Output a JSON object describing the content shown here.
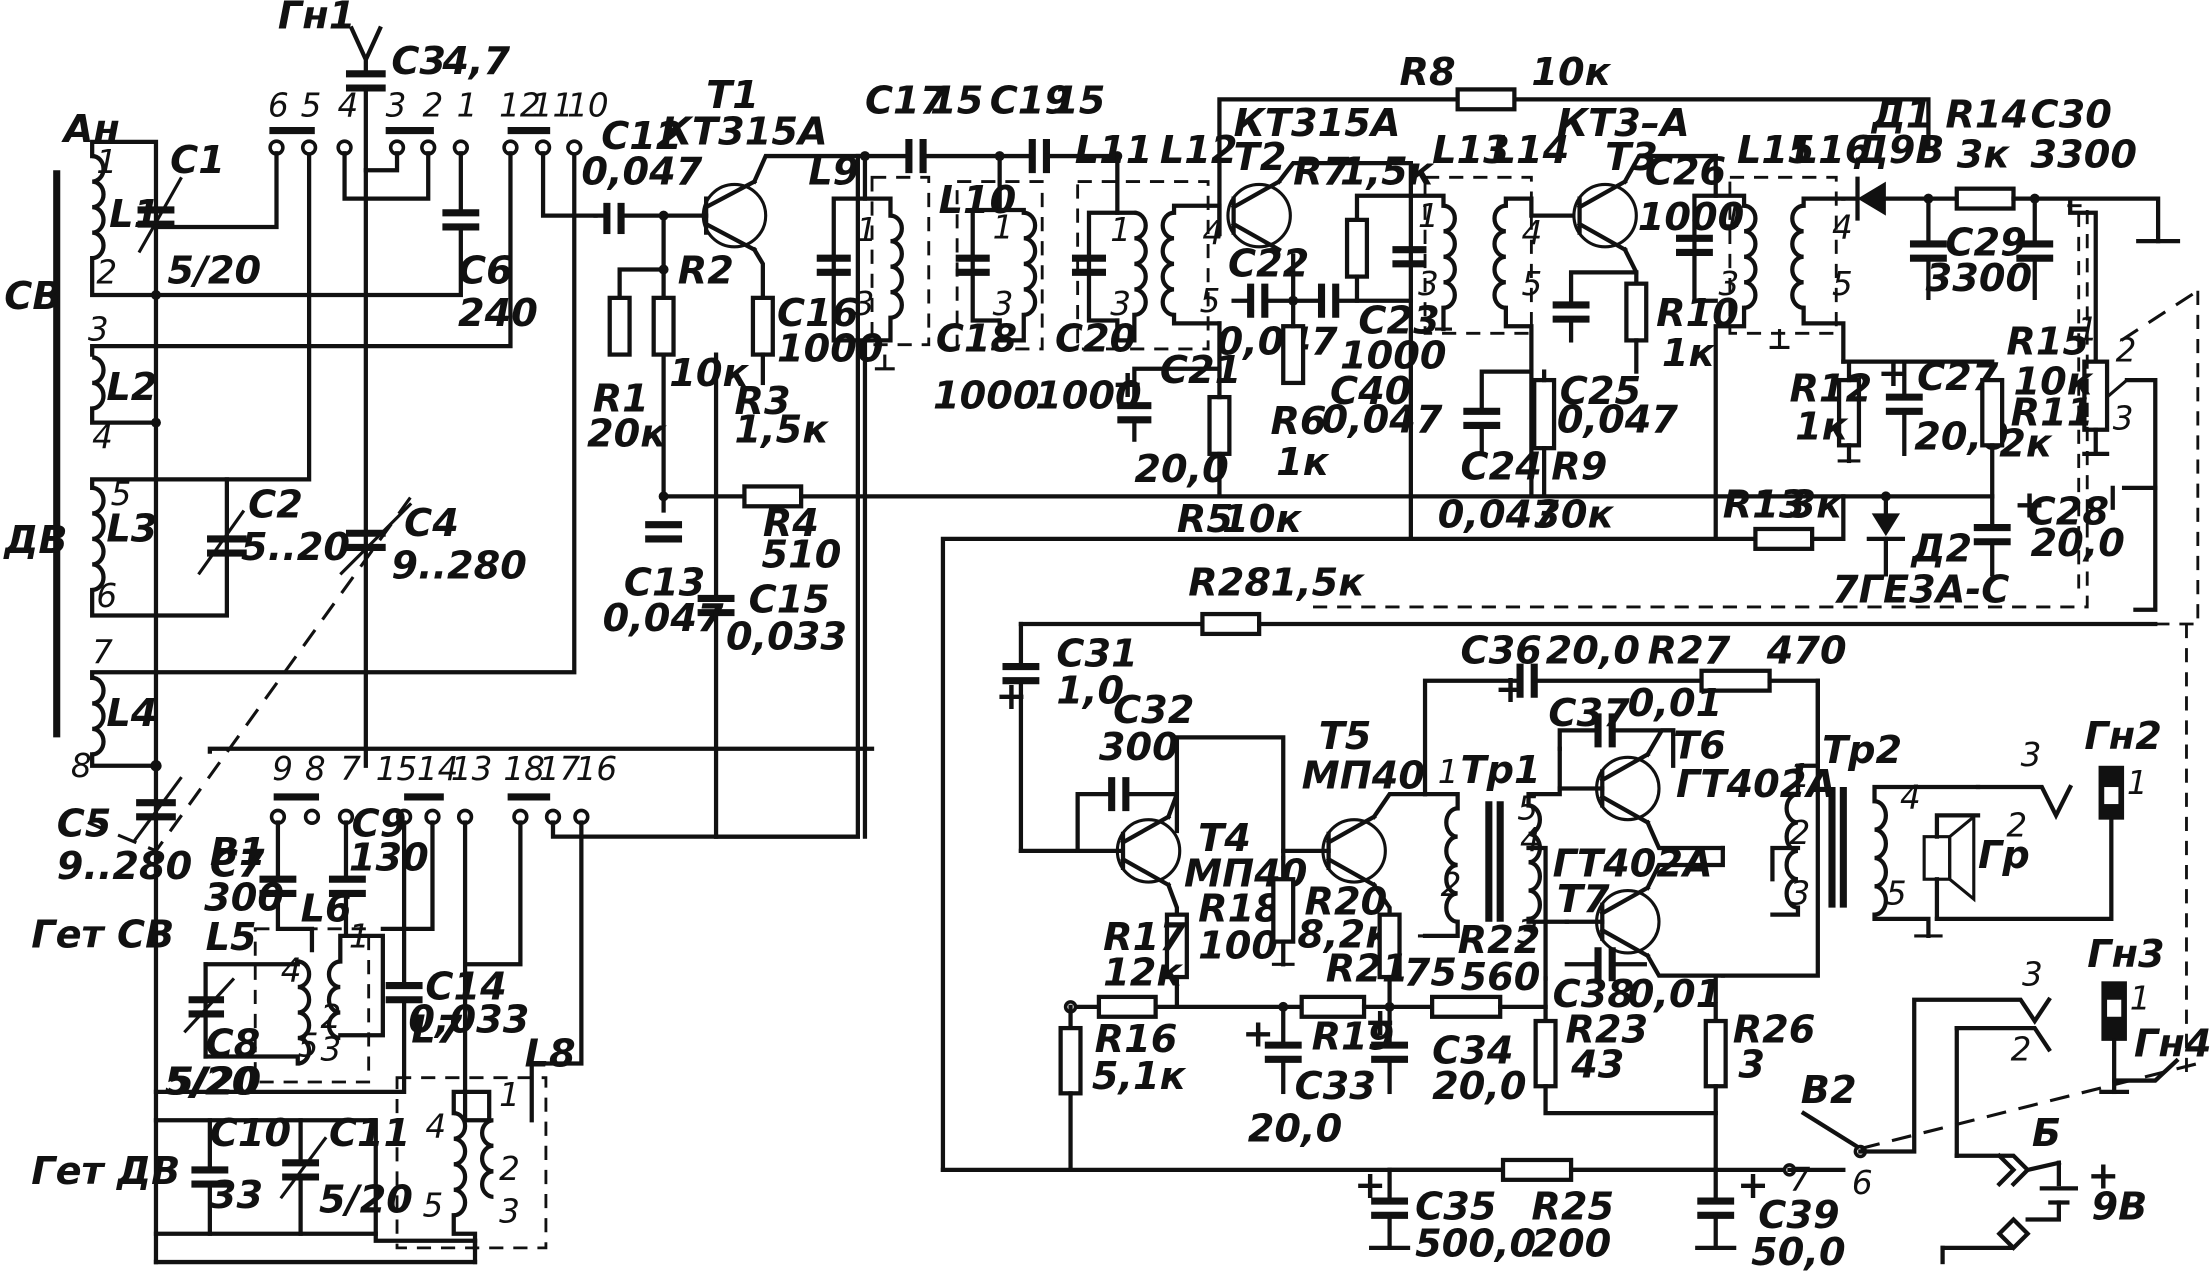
{
  "labels": {
    "an": "Ан",
    "sv": "СВ",
    "dv": "ДВ",
    "gn1": "Гн1",
    "gn2": "Гн2",
    "gn3": "Гн3",
    "gn4": "Гн4",
    "get_sv": "Гет СВ",
    "get_dv": "Гет ДВ",
    "b1": "В1",
    "b2": "В2",
    "batt": "Б",
    "batt_v": "9В",
    "gr": "Гр"
  },
  "switch_b1": {
    "top_group_a": [
      "6",
      "5"
    ],
    "top_group_b": [
      "4",
      "3",
      "2",
      "1"
    ],
    "top_group_c": [
      "12",
      "11",
      "10"
    ],
    "bot_group_a": [
      "9",
      "8",
      "7"
    ],
    "bot_group_b": [
      "15",
      "14",
      "13"
    ],
    "bot_group_c": [
      "18",
      "17",
      "16"
    ]
  },
  "coils": {
    "L1": "L1",
    "L2": "L2",
    "L3": "L3",
    "L4": "L4",
    "L5": "L5",
    "L6": "L6",
    "L7": "L7",
    "L8": "L8",
    "L9": "L9",
    "L10": "L10",
    "L11": "L11",
    "L12": "L12",
    "L13": "L13",
    "L14": "L14",
    "L15": "L15",
    "L16": "L16"
  },
  "coil_pins": {
    "l1_1": "1",
    "l1_2": "2",
    "l2_3": "3",
    "l2_4": "4",
    "l3_5": "5",
    "l3_6": "6",
    "l4_7": "7",
    "l4_8": "8",
    "n1": "1",
    "n3": "3",
    "n2": "2",
    "n4": "4",
    "n5": "5"
  },
  "capacitors": {
    "C1": "C1",
    "C1v": "5/20",
    "C2": "C2",
    "C2v": "5..20",
    "C3": "C3",
    "C3v": "4,7",
    "C4": "C4",
    "C4v": "9..280",
    "C5": "C5",
    "C5v": "9..280",
    "C6": "C6",
    "C6v": "240",
    "C7": "C7",
    "C7v": "300",
    "C8": "C8",
    "C8v": "5/20",
    "C9": "C9",
    "C9v": "130",
    "C10": "C10",
    "C10v": "33",
    "C11": "C11",
    "C11v": "5/20",
    "C12": "C12",
    "C12v": "0,047",
    "C13": "C13",
    "C13v": "0,047",
    "C14": "C14",
    "C14v": "0,033",
    "C15": "C15",
    "C15v": "0,033",
    "C16": "C16",
    "C16v": "1000",
    "C17": "C17",
    "C17v": "15",
    "C18": "C18",
    "C18v": "1000",
    "C19": "C19",
    "C19v": "15",
    "C20": "C20",
    "C20v": "1000",
    "C21": "C21",
    "C21v": "20,0",
    "C22": "C22",
    "C22v": "0,047",
    "C23": "C23",
    "C23v": "1000",
    "C24": "C24",
    "C24v": "0,047",
    "C25": "C25",
    "C25v": "0,047",
    "C26": "C26",
    "C26v": "1000",
    "C27": "C27",
    "C27v": "20,0",
    "C28": "C28",
    "C28v": "20,0",
    "C29": "C29",
    "C29v": "3300",
    "C30": "C30",
    "C30v": "3300",
    "C31": "C31",
    "C31v": "1,0",
    "C32": "C32",
    "C32v": "300",
    "C33": "C33",
    "C33v": "20,0",
    "C34": "C34",
    "C34v": "20,0",
    "C35": "C35",
    "C35v": "500,0",
    "C36": "C36",
    "C36v": "20,0",
    "C37": "C37",
    "C37v": "0,01",
    "C38": "C38",
    "C38v": "0,01",
    "C39": "C39",
    "C39v": "50,0",
    "C40": "C40",
    "C40v": "0,047"
  },
  "resistors": {
    "R1": "R1",
    "R1v": "20к",
    "R2": "R2",
    "R2v": "10к",
    "R3": "R3",
    "R3v": "1,5к",
    "R4": "R4",
    "R4v": "510",
    "R5": "R5",
    "R5v": "10к",
    "R6": "R6",
    "R6v": "1к",
    "R7": "R7",
    "R7v": "1,5к",
    "R8": "R8",
    "R8v": "10к",
    "R9": "R9",
    "R9v": "30к",
    "R10": "R10",
    "R10v": "1к",
    "R11": "R11",
    "R11v": "2к",
    "R12": "R12",
    "R12v": "1к",
    "R13": "R13",
    "R13v": "3к",
    "R14": "R14",
    "R14v": "3к",
    "R15": "R15",
    "R15v": "10к",
    "R16": "R16",
    "R16v": "5,1к",
    "R17": "R17",
    "R17v": "12к",
    "R18": "R18",
    "R18v": "100",
    "R19": "R19",
    "R20": "R20",
    "R20v": "8,2к",
    "R21": "R21",
    "R21v": "75",
    "R22": "R22",
    "R22v": "560",
    "R23": "R23",
    "R23v": "43",
    "R25": "R25",
    "R25v": "200",
    "R26": "R26",
    "R26v": "3",
    "R27": "R27",
    "R27v": "470",
    "R28": "R28",
    "R28v": "1,5к"
  },
  "transistors": {
    "T1": "T1",
    "T1t": "КТ315А",
    "T2": "T2",
    "T2t": "КТ315А",
    "T3": "T3",
    "T3t": "КТ3–А",
    "T4": "T4",
    "T4t": "МП40",
    "T5": "T5",
    "T5t": "МП40",
    "T6": "T6",
    "T6t": "ГТ402А",
    "T7": "T7",
    "T7t": "ГТ402А"
  },
  "diodes": {
    "D1": "Д1",
    "D1t": "Д9В",
    "D2": "Д2",
    "D2t": "7ГЕ3А-С"
  },
  "transformers": {
    "Tr1": "Тр1",
    "Tr2": "Тр2",
    "tr1_pins": [
      "1",
      "2",
      "5",
      "4",
      "3"
    ],
    "tr2_pins": [
      "1",
      "2",
      "3",
      "4",
      "5"
    ]
  },
  "misc_pins": {
    "r15_1": "1",
    "r15_2": "2",
    "r15_3": "3",
    "b2_7": "7",
    "b2_6": "6",
    "gn2_1": "1",
    "gn2_3": "3",
    "gn2_2": "2",
    "gn3_1": "1",
    "gn3_3": "3",
    "gn3_2": "2"
  }
}
